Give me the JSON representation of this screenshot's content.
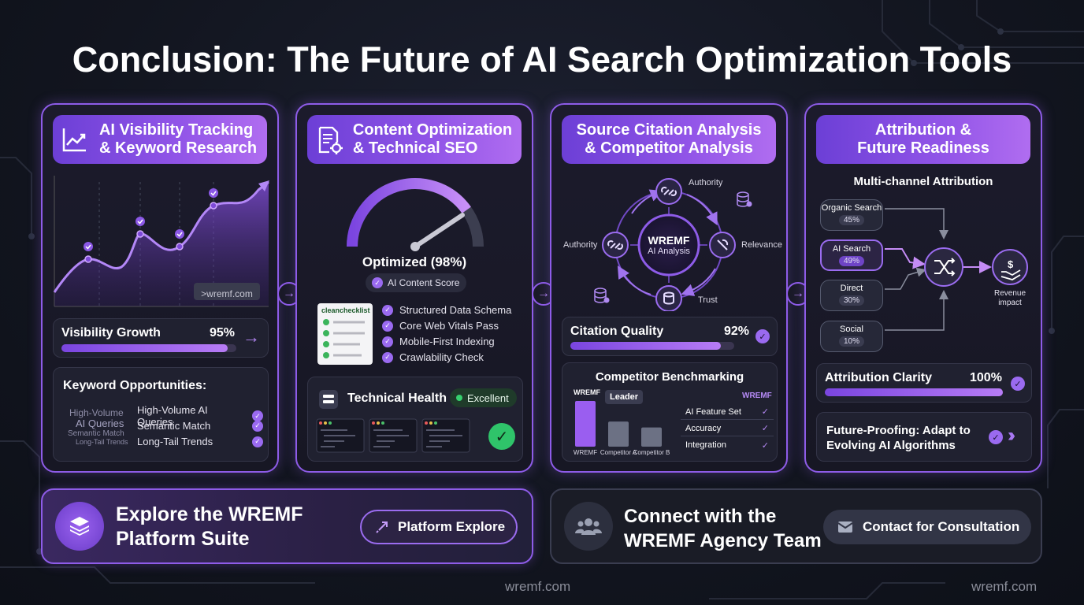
{
  "title": "Conclusion: The Future of AI Search Optimization Tools",
  "colors": {
    "accent": "#8e5ce8",
    "accent_light": "#b77cf5",
    "success": "#2fc46a",
    "bg": "#12151f"
  },
  "panel1": {
    "header": "AI Visibility Tracking\n& Keyword Research",
    "header_icon": "trend-chart-icon",
    "chart_tag": ">wremf.com",
    "metric_label": "Visibility Growth",
    "metric_value": "95%",
    "metric_fraction": 0.95,
    "keywords_title": "Keyword Opportunities:",
    "cloud_words": [
      "High-Volume",
      "AI Queries",
      "Semantic Match",
      "Long-Tail Trends"
    ],
    "keywords": [
      "High-Volume AI Queries",
      "Semantic Match",
      "Long-Tail Trends"
    ]
  },
  "panel2": {
    "header": "Content Optimization\n& Technical SEO",
    "header_icon": "document-gear-icon",
    "gauge_label": "Optimized (98%)",
    "gauge_fraction": 0.98,
    "score_badge": "AI Content Score",
    "checklist_brand": "cleanchecklist",
    "checks": [
      "Structured Data Schema",
      "Core Web Vitals Pass",
      "Mobile-First Indexing",
      "Crawlability Check"
    ],
    "health_label": "Technical Health",
    "health_status": "Excellent"
  },
  "panel3": {
    "header": "Source Citation Analysis\n& Competitor Analysis",
    "hub_title": "WREMF",
    "hub_sub": "AI Analysis",
    "nodes": {
      "top": "Authority",
      "left": "Authority",
      "right": "Relevance",
      "bottom": "Trust"
    },
    "metric_label": "Citation Quality",
    "metric_value": "92%",
    "metric_fraction": 0.92,
    "bench_title": "Competitor Benchmarking",
    "bar_top_label": "WREMF",
    "leader_label": "Leader",
    "bars": [
      {
        "label": "WREMF",
        "value": 1.0
      },
      {
        "label": "Competitor A",
        "value": 0.55
      },
      {
        "label": "Competitor B",
        "value": 0.42
      }
    ],
    "table_header": "WREMF",
    "features": [
      "AI Feature Set",
      "Accuracy",
      "Integration"
    ]
  },
  "panel4": {
    "header": "Attribution &\nFuture Readiness",
    "subtitle": "Multi-channel Attribution",
    "channels": [
      {
        "name": "Organic Search",
        "pct": "45%"
      },
      {
        "name": "AI Search",
        "pct": "49%"
      },
      {
        "name": "Direct",
        "pct": "30%"
      },
      {
        "name": "Social",
        "pct": "10%"
      }
    ],
    "revenue_label": "Revenue\nimpact",
    "metric_label": "Attribution Clarity",
    "metric_value": "100%",
    "metric_fraction": 1.0,
    "future_text": "Future-Proofing: Adapt to\nEvolving AI Algorithms"
  },
  "bottom_left": {
    "title": "Explore the WREMF\nPlatform Suite",
    "button": "Platform Explore"
  },
  "bottom_right": {
    "title": "Connect with the\nWREMF Agency Team",
    "button": "Contact for Consultation"
  },
  "footer_url_center": "wremf.com",
  "footer_url_right": "wremf.com"
}
